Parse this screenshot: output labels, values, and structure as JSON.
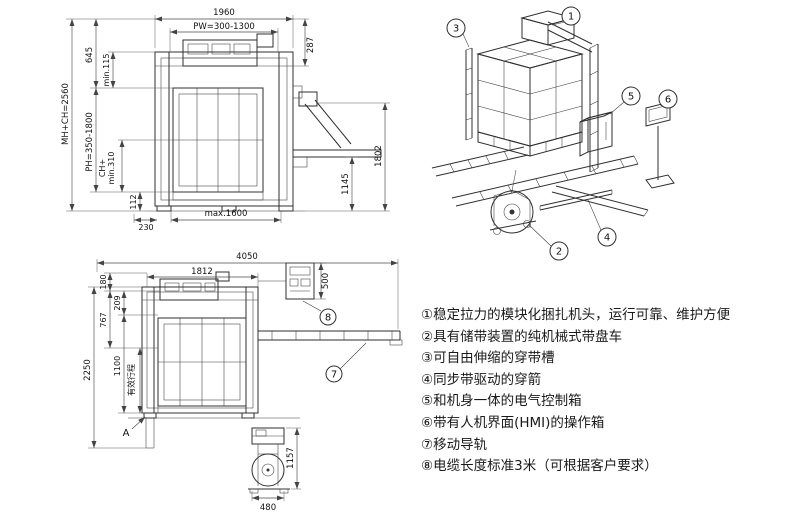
{
  "figure": {
    "type": "strapping-machine-technical-drawing"
  },
  "front_view": {
    "dims": {
      "overall_width": "1960",
      "pallet_width": "PW=300-1300",
      "head_height": "287",
      "total_height": "MH+CH=2560",
      "upper_height": "645",
      "min_top_clearance": "min.115",
      "pack_height": "PH=350-1800",
      "ch_plus": "CH+",
      "min_310": "min.310",
      "base_112": "112",
      "base_230": "230",
      "max_base_width": "max.1600",
      "arm_height": "1145",
      "chute_height": "1802"
    }
  },
  "side_view": {
    "dims": {
      "overall_length": "4050",
      "frame_length": "1812",
      "top_180": "180",
      "top_209": "209",
      "mid_767": "767",
      "mid_1100": "1100",
      "total_2250": "2250",
      "effective_stroke": "有效行程",
      "box_500": "500",
      "detail_1157": "1157",
      "detail_480": "480"
    },
    "detail_label": "A",
    "callouts": {
      "c7": "7",
      "c8": "8"
    }
  },
  "iso_view": {
    "callouts": {
      "c1": "1",
      "c2": "2",
      "c3": "3",
      "c4": "4",
      "c5": "5",
      "c6": "6"
    }
  },
  "legend": {
    "items": [
      "①稳定拉力的模块化捆扎机头，运行可靠、维护方便",
      "②具有储带装置的纯机械式带盘车",
      "③可自由伸缩的穿带槽",
      "④同步带驱动的穿箭",
      "⑤和机身一体的电气控制箱",
      "⑥带有人机界面(HMI)的操作箱",
      "⑦移动导轨",
      "⑧电缆长度标准3米（可根据客户要求）"
    ]
  }
}
